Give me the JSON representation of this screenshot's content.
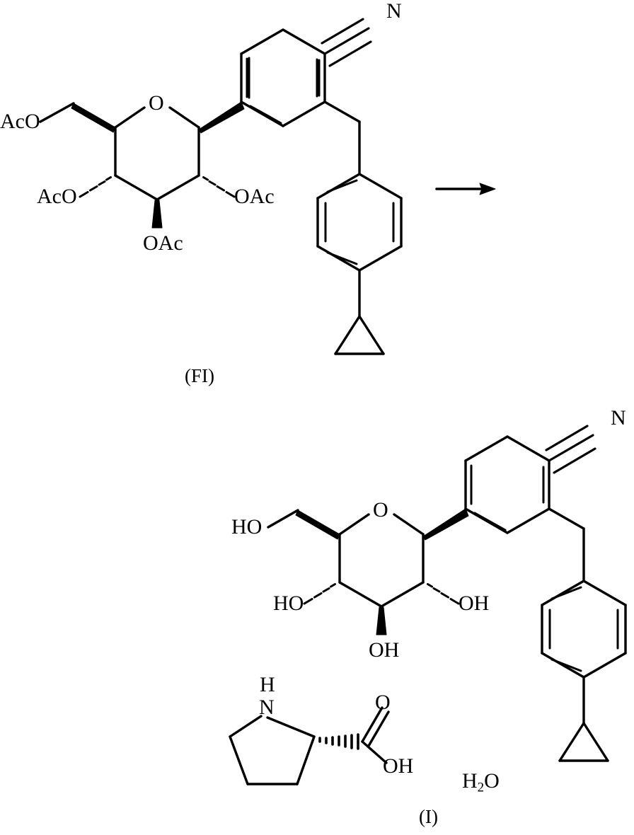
{
  "document": {
    "kind": "chemical-reaction-scheme",
    "description": "Two-step patent reaction scheme: tetra-O-acetylated C-aryl glucoside (FI) converted by a single forward arrow to the deprotected C-aryl glucoside L-proline complex monohydrate (I)."
  },
  "reaction": {
    "arrow_label": "",
    "arrow_name": "reaction-arrow",
    "direction": "left-to-right"
  },
  "compounds": [
    {
      "id": "FI",
      "tag": "(FI)",
      "name": "tetra-O-acetyl C-aryl glucoside",
      "atom_labels": [
        {
          "text": "N",
          "name": "nitrile-nitrogen-label"
        },
        {
          "text": "O",
          "name": "pyran-ring-oxygen-label"
        },
        {
          "text": "AcO",
          "name": "acetoxy-label-c6"
        },
        {
          "text": "AcO",
          "name": "acetoxy-label-c4"
        },
        {
          "text": "OAc",
          "name": "acetoxy-label-c3"
        },
        {
          "text": "OAc",
          "name": "acetoxy-label-c2"
        }
      ],
      "substituents": [
        "nitrile",
        "cyclopropyl",
        "benzyl-linker"
      ]
    },
    {
      "id": "I",
      "tag": "(I)",
      "name": "C-aryl glucoside L-proline complex monohydrate",
      "atom_labels": [
        {
          "text": "N",
          "name": "nitrile-nitrogen-label"
        },
        {
          "text": "O",
          "name": "pyran-ring-oxygen-label"
        },
        {
          "text": "HO",
          "name": "hydroxyl-label-c6"
        },
        {
          "text": "HO",
          "name": "hydroxyl-label-c4"
        },
        {
          "text": "OH",
          "name": "hydroxyl-label-c3"
        },
        {
          "text": "OH",
          "name": "hydroxyl-label-c2"
        }
      ],
      "coformer": {
        "name": "L-proline",
        "atom_labels": [
          {
            "text": "H",
            "name": "amine-hydrogen-label"
          },
          {
            "text": "N",
            "name": "pyrrolidine-nitrogen-label"
          },
          {
            "text": "O",
            "name": "carbonyl-oxygen-label"
          },
          {
            "text": "OH",
            "name": "carboxyl-hydroxyl-label"
          }
        ]
      },
      "hydrate": {
        "formula_main": "H",
        "formula_sub": "2",
        "formula_tail": "O",
        "name": "water-of-hydration-label"
      }
    }
  ],
  "colors": {
    "stroke": "#000000",
    "background": "#ffffff"
  }
}
